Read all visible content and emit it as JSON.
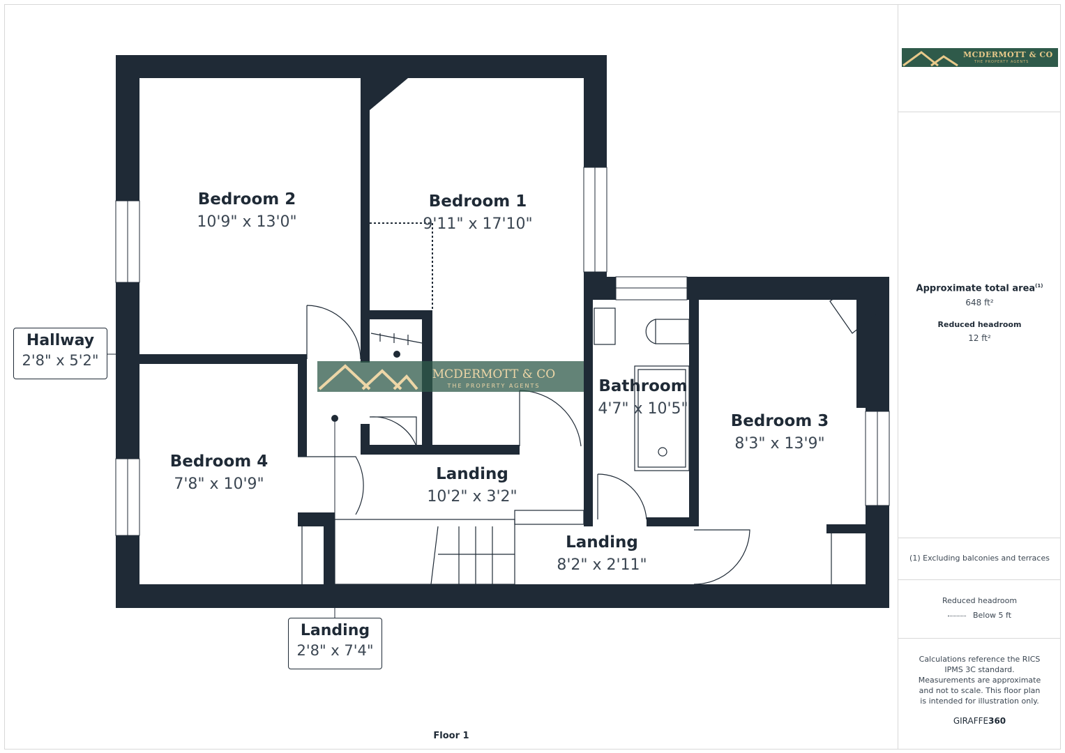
{
  "floor_label": "Floor 1",
  "rooms": [
    {
      "name": "Bedroom 2",
      "dims": "10'9\" x 13'0\""
    },
    {
      "name": "Bedroom 1",
      "dims": "9'11\" x 17'10\""
    },
    {
      "name": "Bathroom",
      "dims": "4'7\" x 10'5\""
    },
    {
      "name": "Bedroom 3",
      "dims": "8'3\" x 13'9\""
    },
    {
      "name": "Bedroom 4",
      "dims": "7'8\" x 10'9\""
    },
    {
      "name": "Landing",
      "dims": "10'2\" x 3'2\""
    },
    {
      "name": "Landing",
      "dims": "8'2\" x 2'11\""
    }
  ],
  "callouts": [
    {
      "name": "Hallway",
      "dims": "2'8\" x 5'2\""
    },
    {
      "name": "Landing",
      "dims": "2'8\" x 7'4\""
    }
  ],
  "watermark": {
    "title": "MCDERMOTT & CO",
    "subtitle": "THE PROPERTY AGENTS"
  },
  "sidebar": {
    "logo": {
      "title": "MCDERMOTT & CO",
      "subtitle": "THE PROPERTY AGENTS"
    },
    "total_area_label": "Approximate total area",
    "total_area_note_mark": "(1)",
    "total_area_value": "648 ft²",
    "reduced_label": "Reduced headroom",
    "reduced_value": "12 ft²",
    "footnote": "(1) Excluding balconies and terraces",
    "legend_title": "Reduced headroom",
    "legend_item": "Below 5 ft",
    "disclaimer": "Calculations reference the RICS IPMS 3C standard. Measurements are approximate and not to scale. This floor plan is intended for illustration only.",
    "brand_a": "GIRAFFE",
    "brand_b": "360"
  },
  "colors": {
    "wall": "#1f2a36",
    "logo_bg": "#2f5a4a",
    "logo_text": "#e8c98a"
  }
}
